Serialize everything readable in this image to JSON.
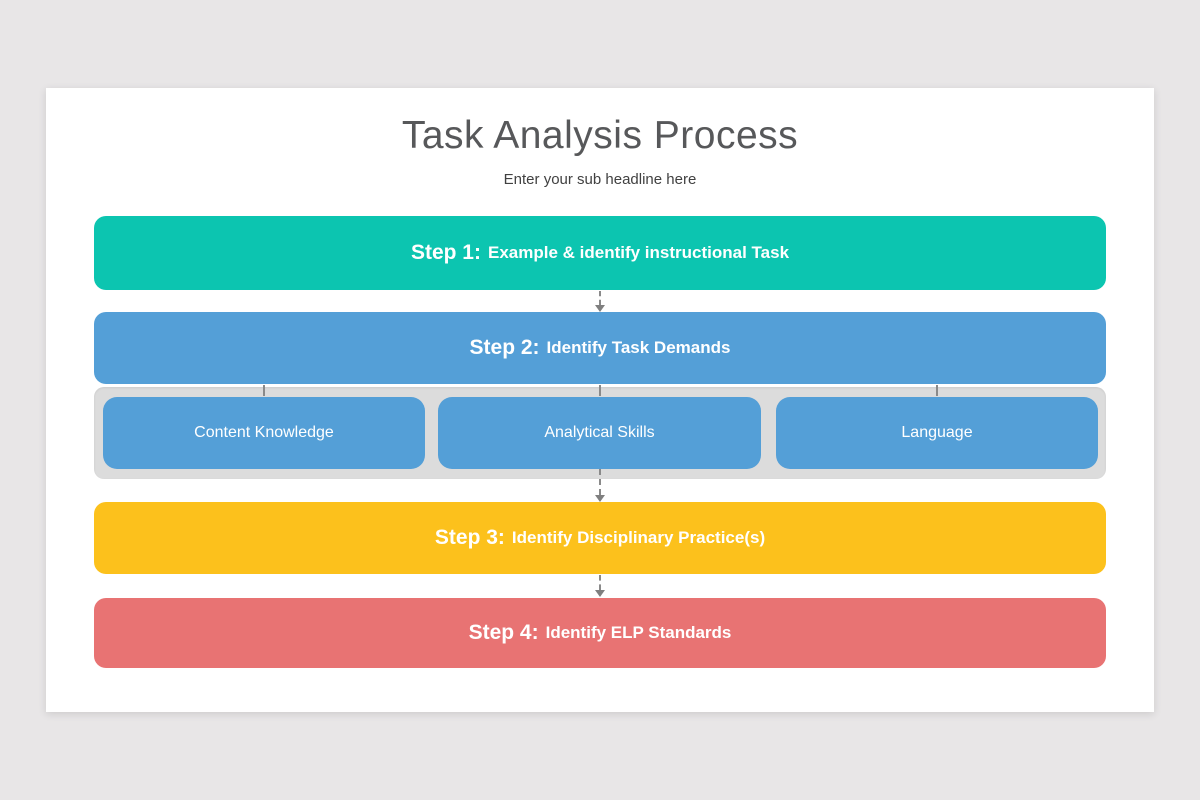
{
  "page": {
    "background": "#e8e6e7",
    "slide_background": "#ffffff"
  },
  "header": {
    "title": "Task Analysis Process",
    "subtitle": "Enter your sub headline here"
  },
  "steps": [
    {
      "label": "Step 1:",
      "text": "Example & identify instructional Task",
      "color": "#0cc5b0"
    },
    {
      "label": "Step 2:",
      "text": "Identify Task Demands",
      "color": "#549fd7"
    },
    {
      "label": "Step 3:",
      "text": "Identify Disciplinary Practice(s)",
      "color": "#fcc11c"
    },
    {
      "label": "Step 4:",
      "text": "Identify ELP Standards",
      "color": "#e87373"
    }
  ],
  "sub_band": {
    "background": "#dcdcdc",
    "item_color": "#549fd7",
    "items": [
      {
        "label": "Content Knowledge"
      },
      {
        "label": "Analytical Skills"
      },
      {
        "label": "Language"
      }
    ]
  },
  "connectors": {
    "style": "dashed",
    "color": "#8a8a8a"
  }
}
